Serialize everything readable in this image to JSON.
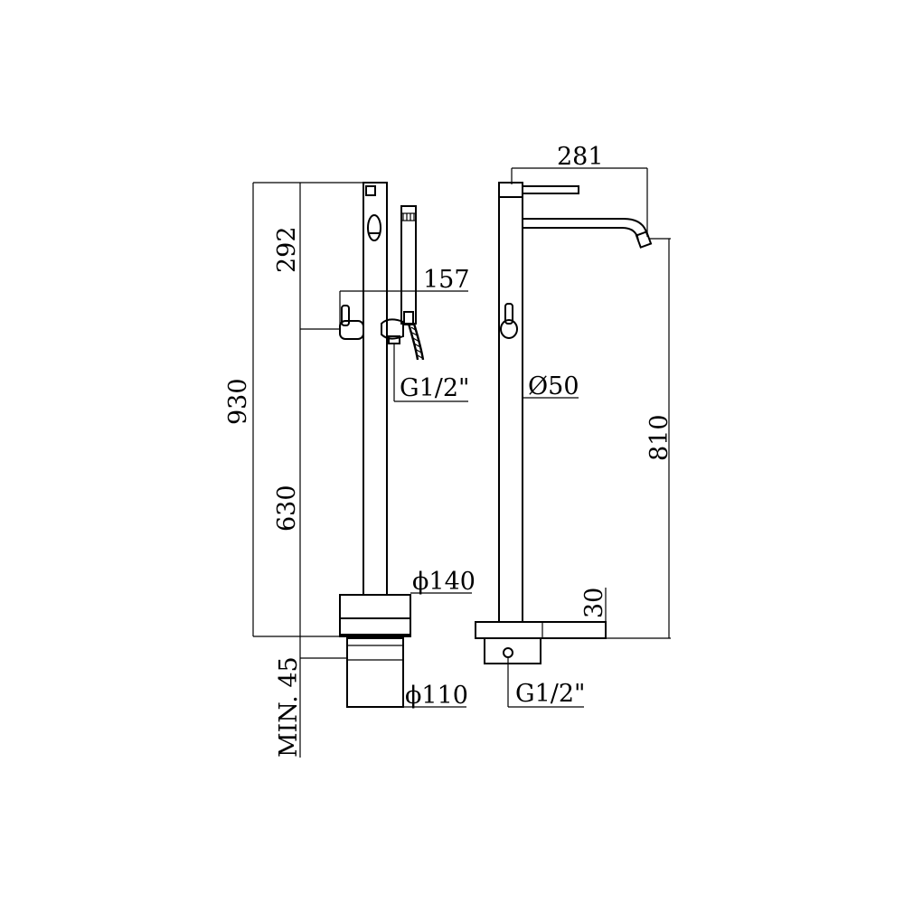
{
  "drawing": {
    "front_view": {
      "height_total": "930",
      "height_upper": "292",
      "height_lower": "630",
      "handshower_offset": "157",
      "inlet_thread": "G1/2\"",
      "base_diameter": "ϕ140",
      "pipe_diameter": "ϕ110",
      "min_depth": "MIN. 45"
    },
    "side_view": {
      "spout_reach": "281",
      "body_diameter": "Ø50",
      "spout_height": "810",
      "base_height": "30",
      "inlet_thread": "G1/2\""
    }
  }
}
